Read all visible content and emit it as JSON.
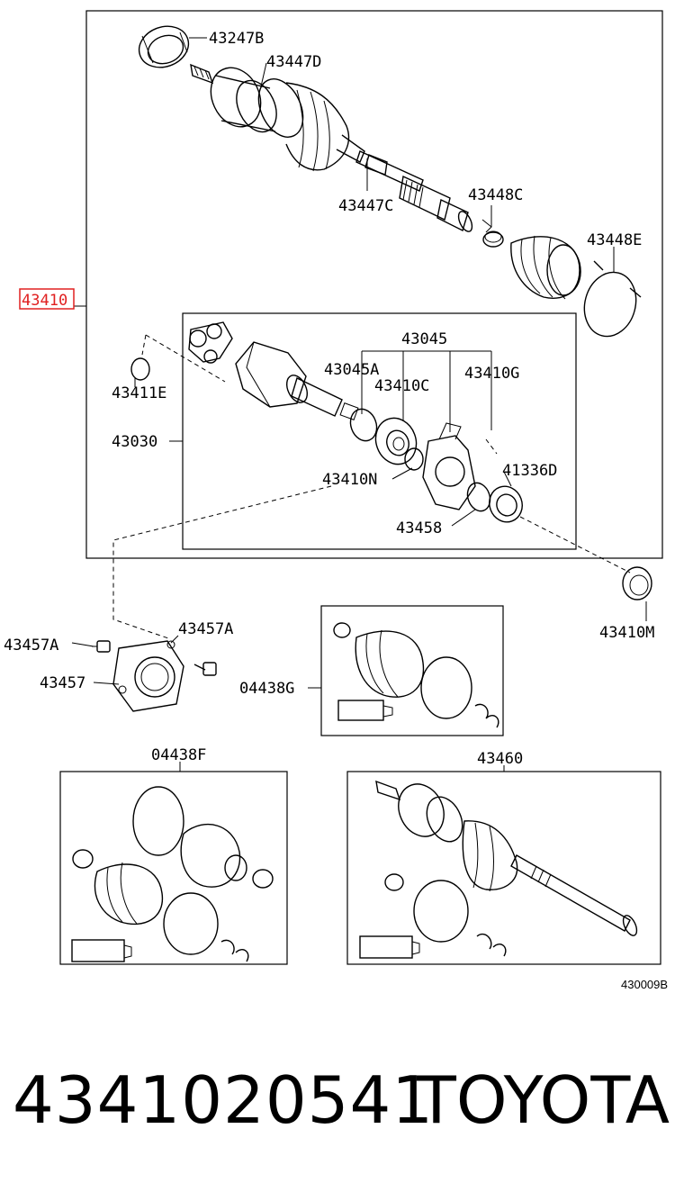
{
  "labels": {
    "l43247B": "43247B",
    "l43447D": "43447D",
    "l43447C": "43447C",
    "l43448C": "43448C",
    "l43448E": "43448E",
    "l43410": "43410",
    "l43045": "43045",
    "l43045A": "43045A",
    "l43410C": "43410C",
    "l43410G": "43410G",
    "l43411E": "43411E",
    "l43030": "43030",
    "l43410N": "43410N",
    "l41336D": "41336D",
    "l43458": "43458",
    "l43410M": "43410M",
    "l43457A_left": "43457A",
    "l43457A_right": "43457A",
    "l43457": "43457",
    "l04438G": "04438G",
    "l04438F": "04438F",
    "l43460": "43460"
  },
  "drawing_code": "430009B",
  "footer": {
    "part_number": "4341020541",
    "brand": "TOYOTA"
  },
  "colors": {
    "highlight": "#e02020",
    "line": "#000000",
    "background": "#ffffff"
  }
}
